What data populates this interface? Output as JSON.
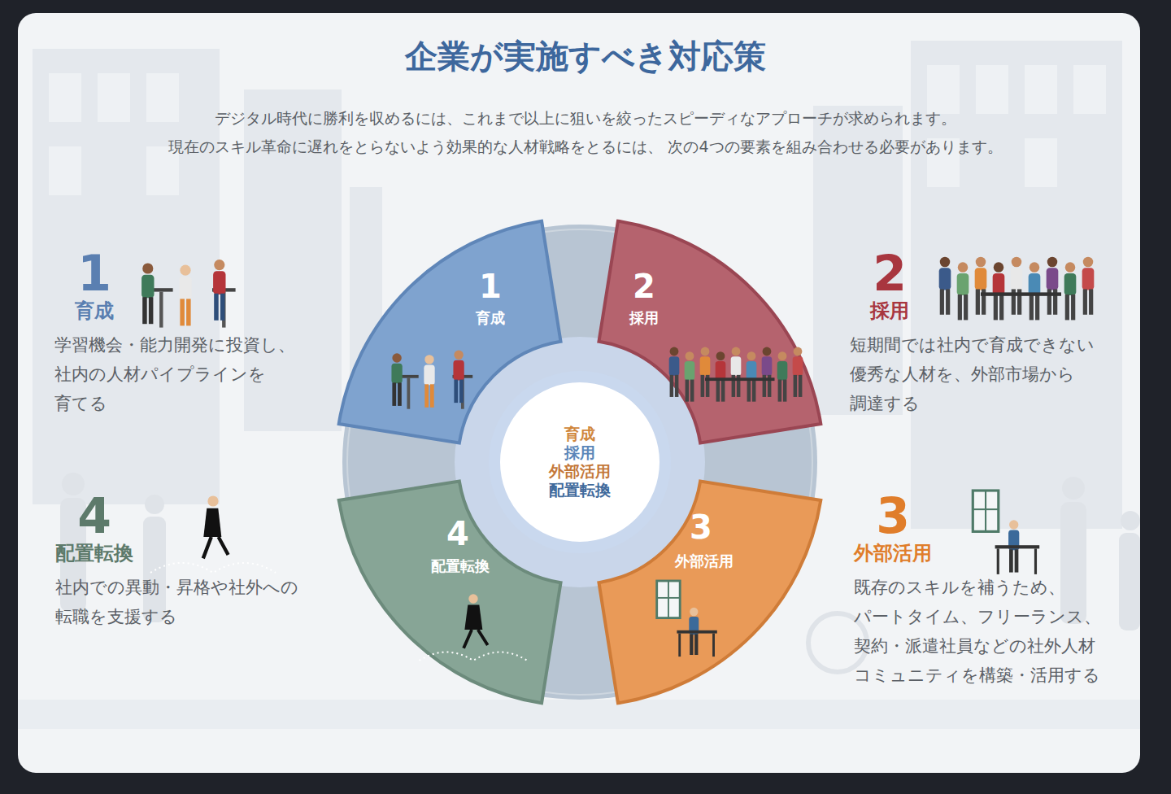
{
  "diagram": {
    "title": "企業が実施すべき対応策",
    "nodes": [
      {
        "text": [
          "1",
          "育成"
        ]
      },
      {
        "text": [
          "2",
          "採用"
        ]
      },
      {
        "text": [
          "育成",
          "採用",
          "外部活用",
          "配置転換"
        ]
      },
      {
        "text": [
          "4",
          "配置転換"
        ]
      },
      {
        "text": [
          "3",
          "外部活用"
        ]
      }
    ],
    "labels": [
      "デジタル時代に勝利を収めるには、これまで以上に狙いを絞ったスピーディなアプローチが求められます。 現在のスキル革命に遅れをとらないよう効果的な人材戦略をとるには、 次の4つの要素を組み合わせる必要があります。",
      "1",
      "育成",
      "学習機会・能力開発に投資し、 社内の人材パイプラインを 育てる",
      "2",
      "採用",
      "短期間では社内で育成できない 優秀な人材を、外部市場から 調達する",
      "3",
      "外部活用",
      "既存のスキルを補うため、 パートタイム、フリーランス、 契約・派遣社員などの社外人材 コミュニティを構築・活用する",
      "4",
      "配置転換",
      "社内での異動・昇格や社外への 転職を支援する"
    ]
  }
}
